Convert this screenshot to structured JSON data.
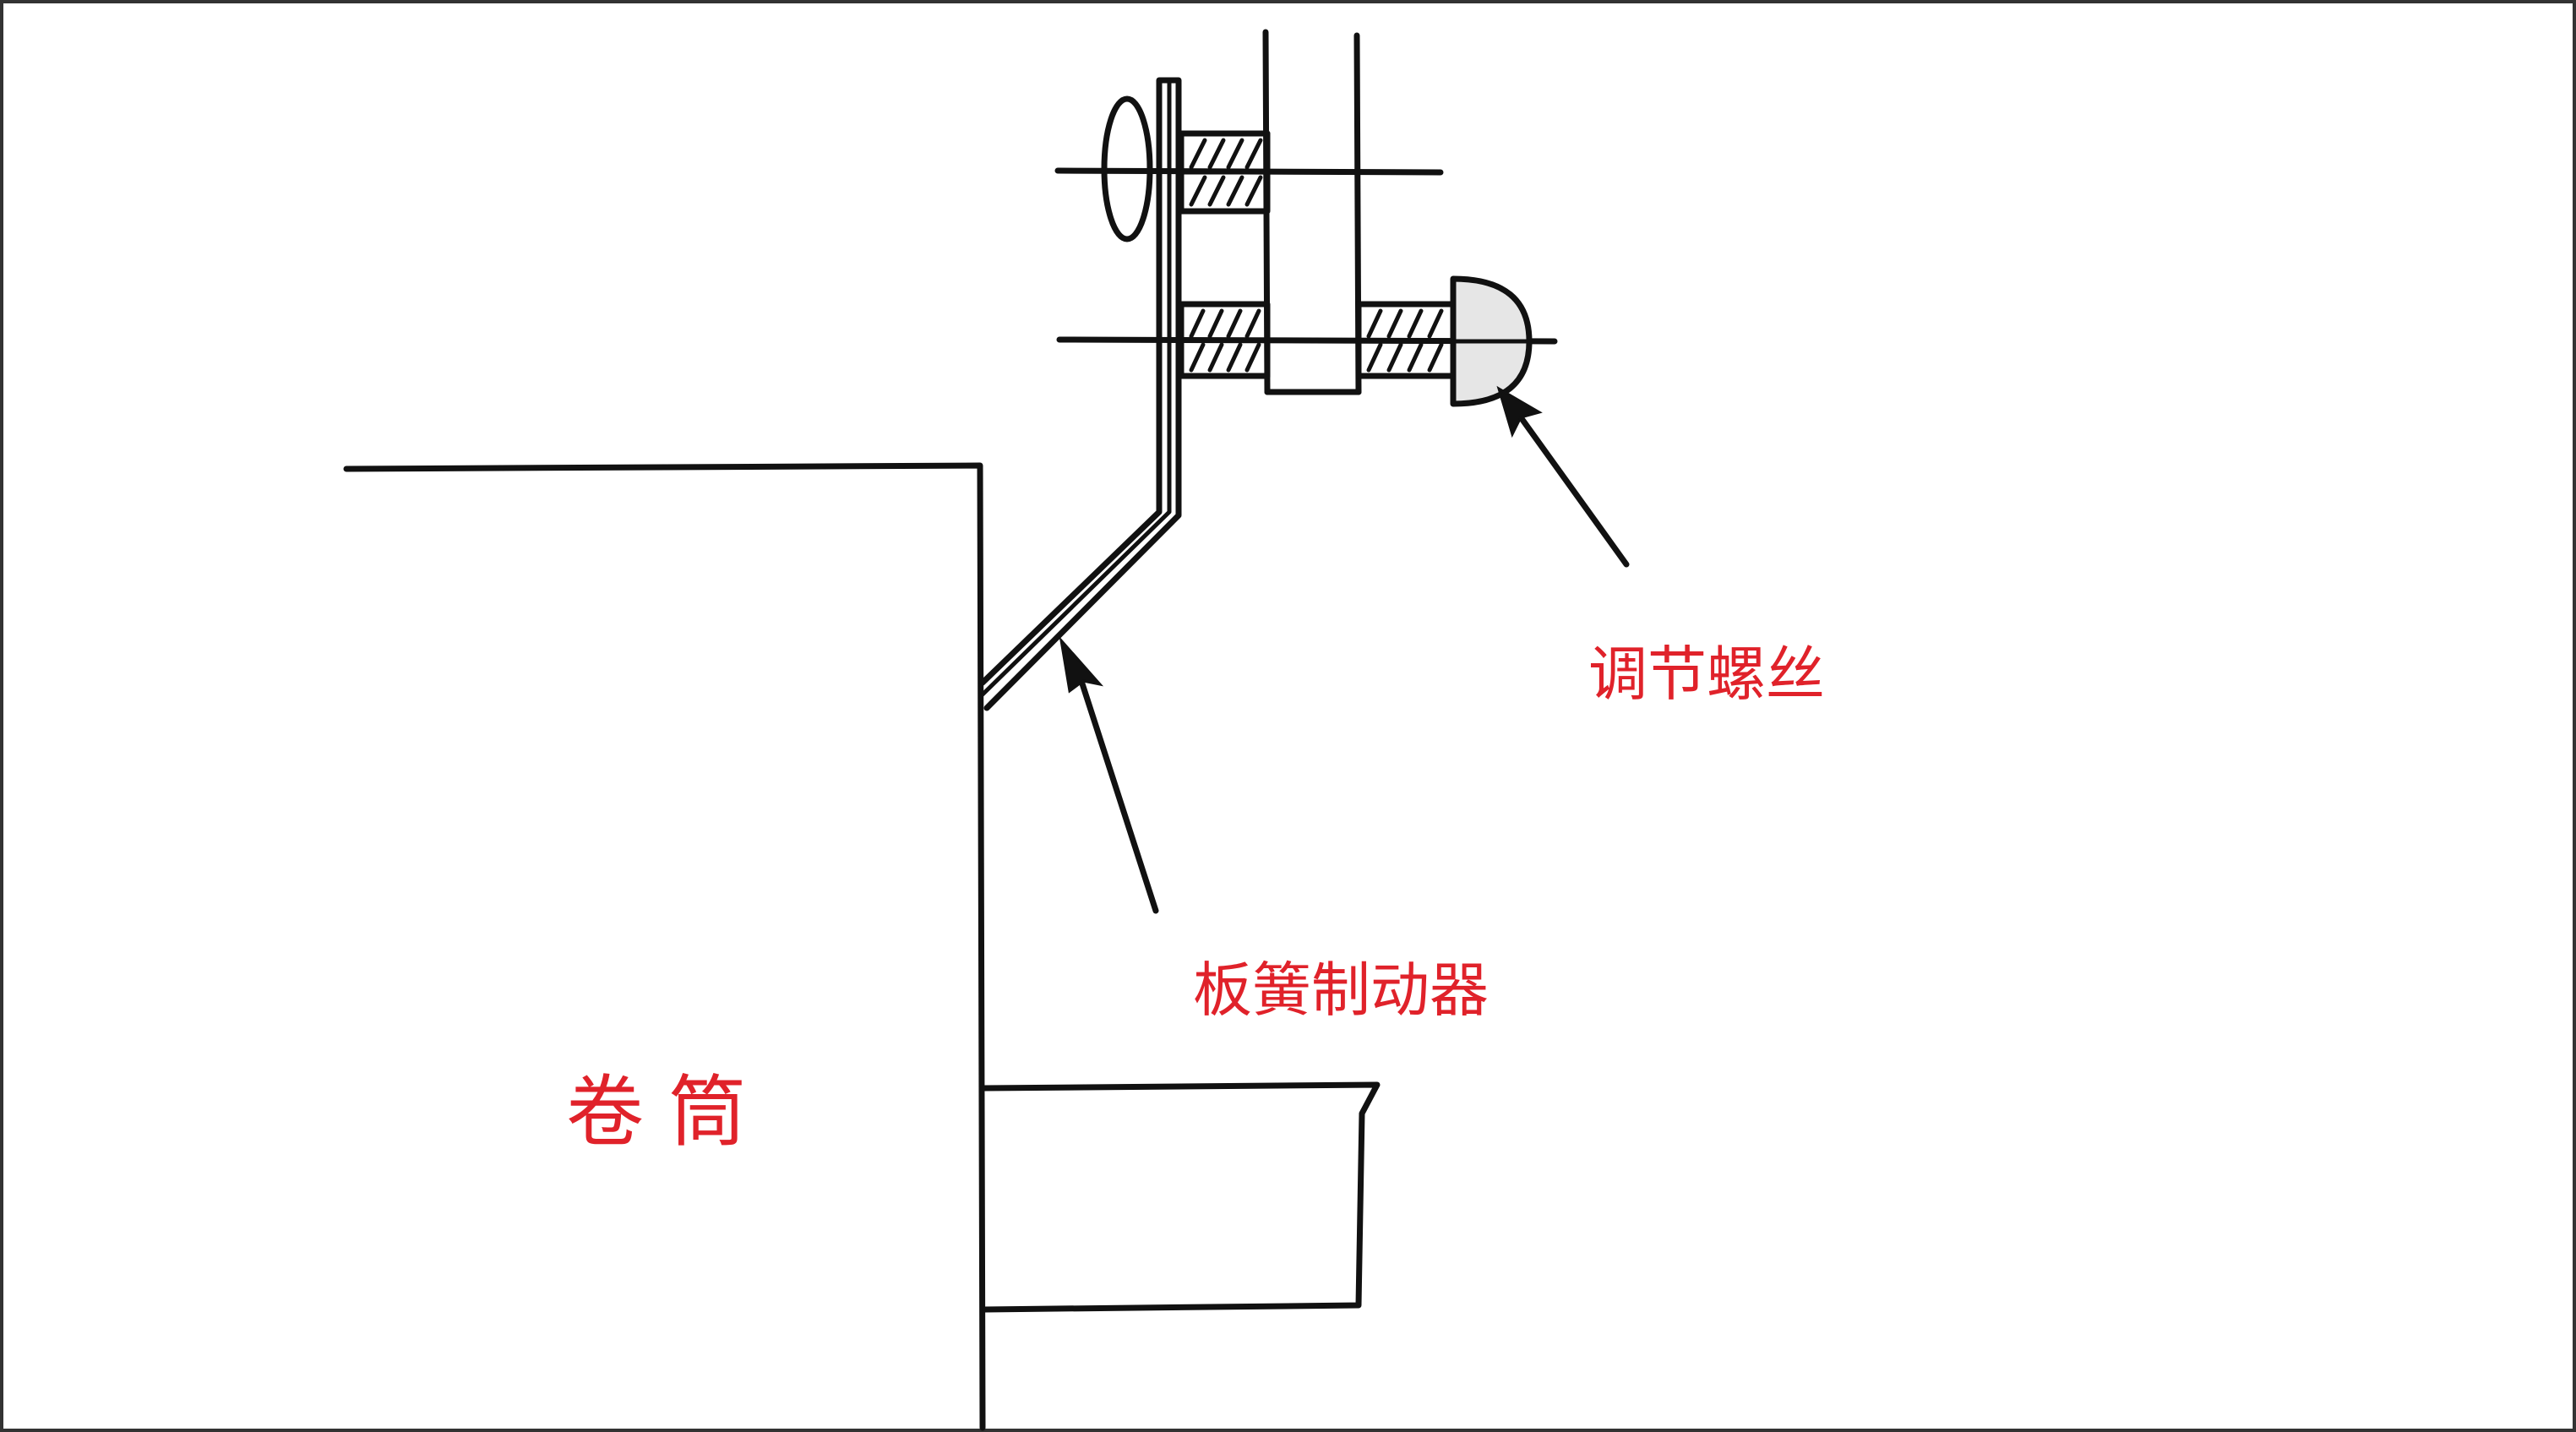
{
  "labels": {
    "drum": "卷 筒",
    "spring_brake": "板簧制动器",
    "adjusting_screw": "调节螺丝"
  },
  "colors": {
    "label": "#e0222a",
    "line": "#111111",
    "screw_head_fill": "#e6e6e6",
    "background": "#ffffff"
  }
}
